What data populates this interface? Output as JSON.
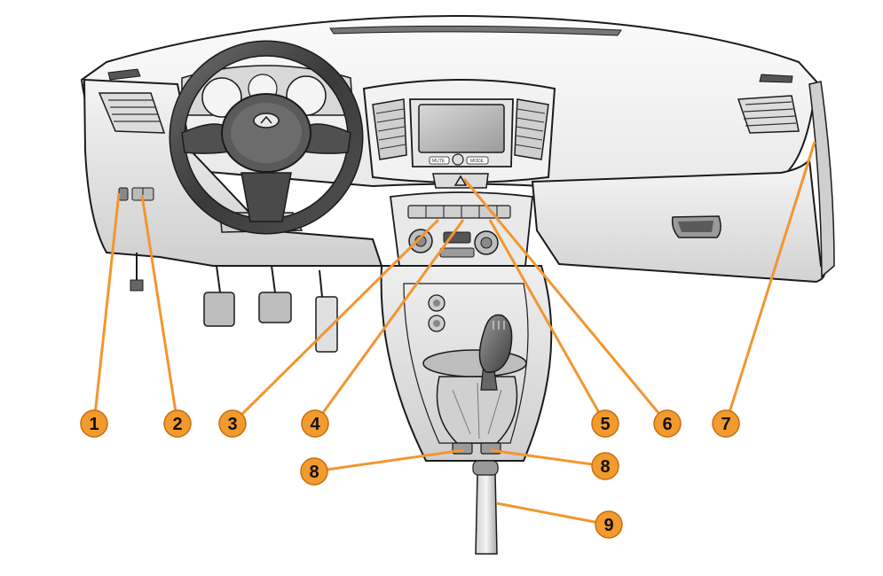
{
  "diagram": {
    "callouts": [
      {
        "id": "1",
        "label": "1"
      },
      {
        "id": "2",
        "label": "2"
      },
      {
        "id": "3",
        "label": "3"
      },
      {
        "id": "4",
        "label": "4"
      },
      {
        "id": "5",
        "label": "5"
      },
      {
        "id": "6",
        "label": "6"
      },
      {
        "id": "7",
        "label": "7"
      },
      {
        "id": "8l",
        "label": "8"
      },
      {
        "id": "8r",
        "label": "8"
      },
      {
        "id": "9",
        "label": "9"
      }
    ],
    "screen_buttons": {
      "left": "MUTE",
      "right": "MODE"
    }
  },
  "colors": {
    "callout_fill": "#f39a2e",
    "callout_stroke": "#c66f10",
    "leader_line": "#f29630",
    "line_art": "#1b1b1b"
  }
}
